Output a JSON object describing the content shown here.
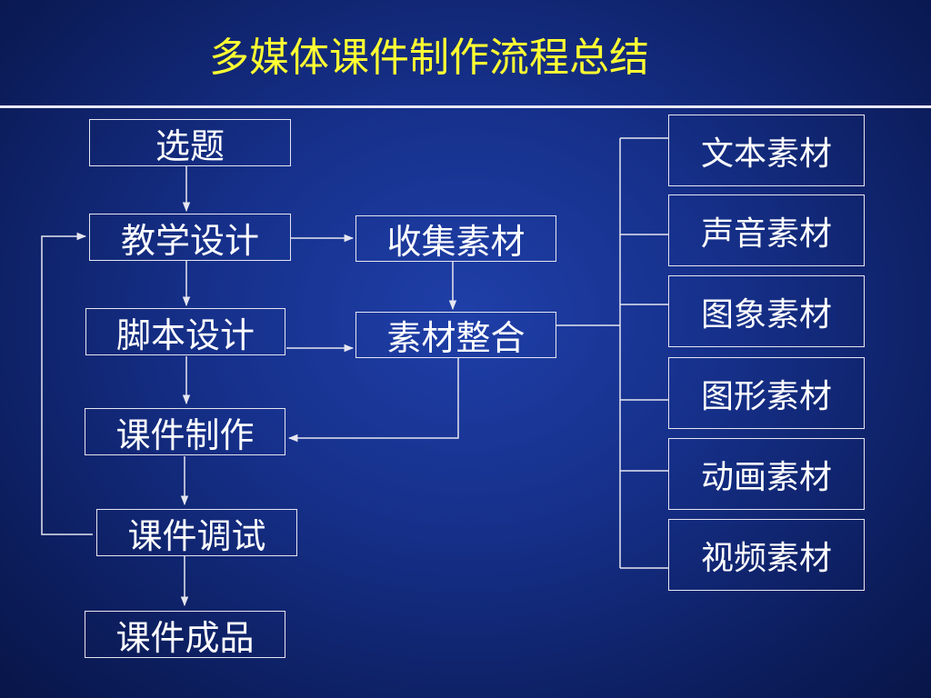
{
  "title": "多媒体课件制作流程总结",
  "flow": {
    "step1": "选题",
    "step2": "教学设计",
    "step3": "脚本设计",
    "step4": "课件制作",
    "step5": "课件调试",
    "step6": "课件成品",
    "collect": "收集素材",
    "integrate": "素材整合"
  },
  "materials": [
    "文本素材",
    "声音素材",
    "图象素材",
    "图形素材",
    "动画素材",
    "视频素材"
  ],
  "colors": {
    "title": "#ffff33",
    "text": "#ffffff",
    "lines": "#e6e6f0",
    "background": "#16308a"
  }
}
